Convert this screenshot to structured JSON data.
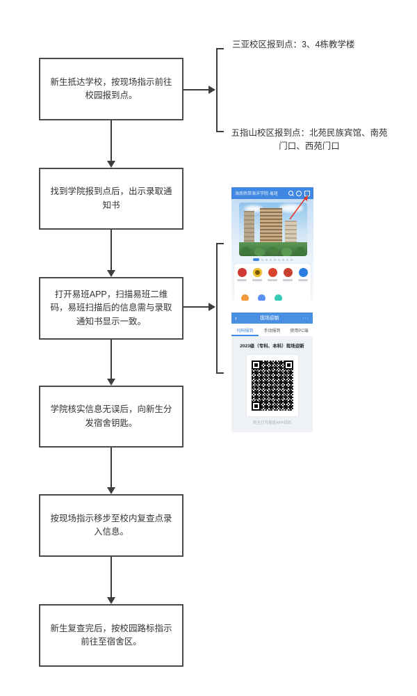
{
  "flowchart": {
    "boxes": [
      {
        "label": "新生抵达学校，按现场指示前往校园报到点。"
      },
      {
        "label": "找到学院报到点后，出示录取通知书"
      },
      {
        "label": "打开易班APP，扫描易班二维码，易班扫描后的信息需与录取通知书显示一致。"
      },
      {
        "label": "学院核实信息无误后，向新生分发宿舍钥匙。"
      },
      {
        "label": "按现场指示移步至校内复查点录入信息。"
      },
      {
        "label": "新生复查完后，按校园路标指示前往至宿舍区。"
      }
    ],
    "annotations": {
      "sanya": "三亚校区报到点：3、4栋教学楼",
      "wuzhishan": "五指山校区报到点：北苑民族宾馆、南苑门口、西苑门口"
    }
  },
  "phone_home": {
    "title": "海南热带海洋学院·易班"
  },
  "phone_qr": {
    "back_glyph": "‹",
    "title": "现场迎新",
    "more_glyph": "···",
    "tabs": [
      "扫码报到",
      "手动报到",
      "使用PC端"
    ],
    "heading": "2023级（专科、本科）现场迎新",
    "caption": "新生打开易班APP扫码"
  },
  "colors": {
    "line": "#3d3d3d",
    "box_border": "#4a4a4a",
    "accent_blue": "#3f87e0",
    "red_arrow": "#e23b2e",
    "content_bg": "#eef1f5"
  }
}
